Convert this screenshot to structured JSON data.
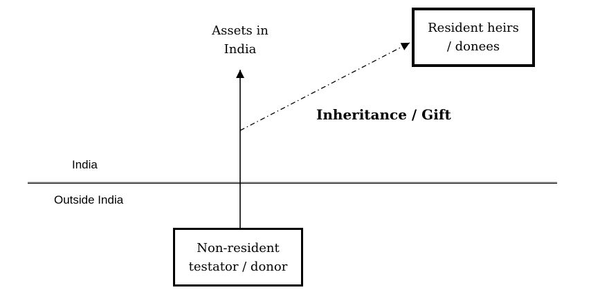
{
  "diagram": {
    "boxes": {
      "assets_in_india": {
        "lines": [
          "Assets in",
          "India"
        ],
        "border_style": "dashed"
      },
      "resident_heirs": {
        "lines": [
          "Resident heirs",
          "/ donees"
        ],
        "border_style": "thick-solid"
      },
      "nonresident_testator": {
        "lines": [
          "Non-resident",
          "testator / donor"
        ],
        "border_style": "solid"
      }
    },
    "region_labels": {
      "above_line": "India",
      "below_line": "Outside India"
    },
    "edges": [
      {
        "from": "nonresident_testator",
        "to": "assets_in_india",
        "style": "solid-arrow",
        "label": ""
      },
      {
        "from": "nonresident_testator",
        "to": "resident_heirs",
        "style": "dash-dot-arrow",
        "label": "Inheritance / Gift"
      }
    ],
    "colors": {
      "line": "#000000",
      "boundary_line": "#555555",
      "background": "#ffffff",
      "text": "#000000"
    }
  }
}
